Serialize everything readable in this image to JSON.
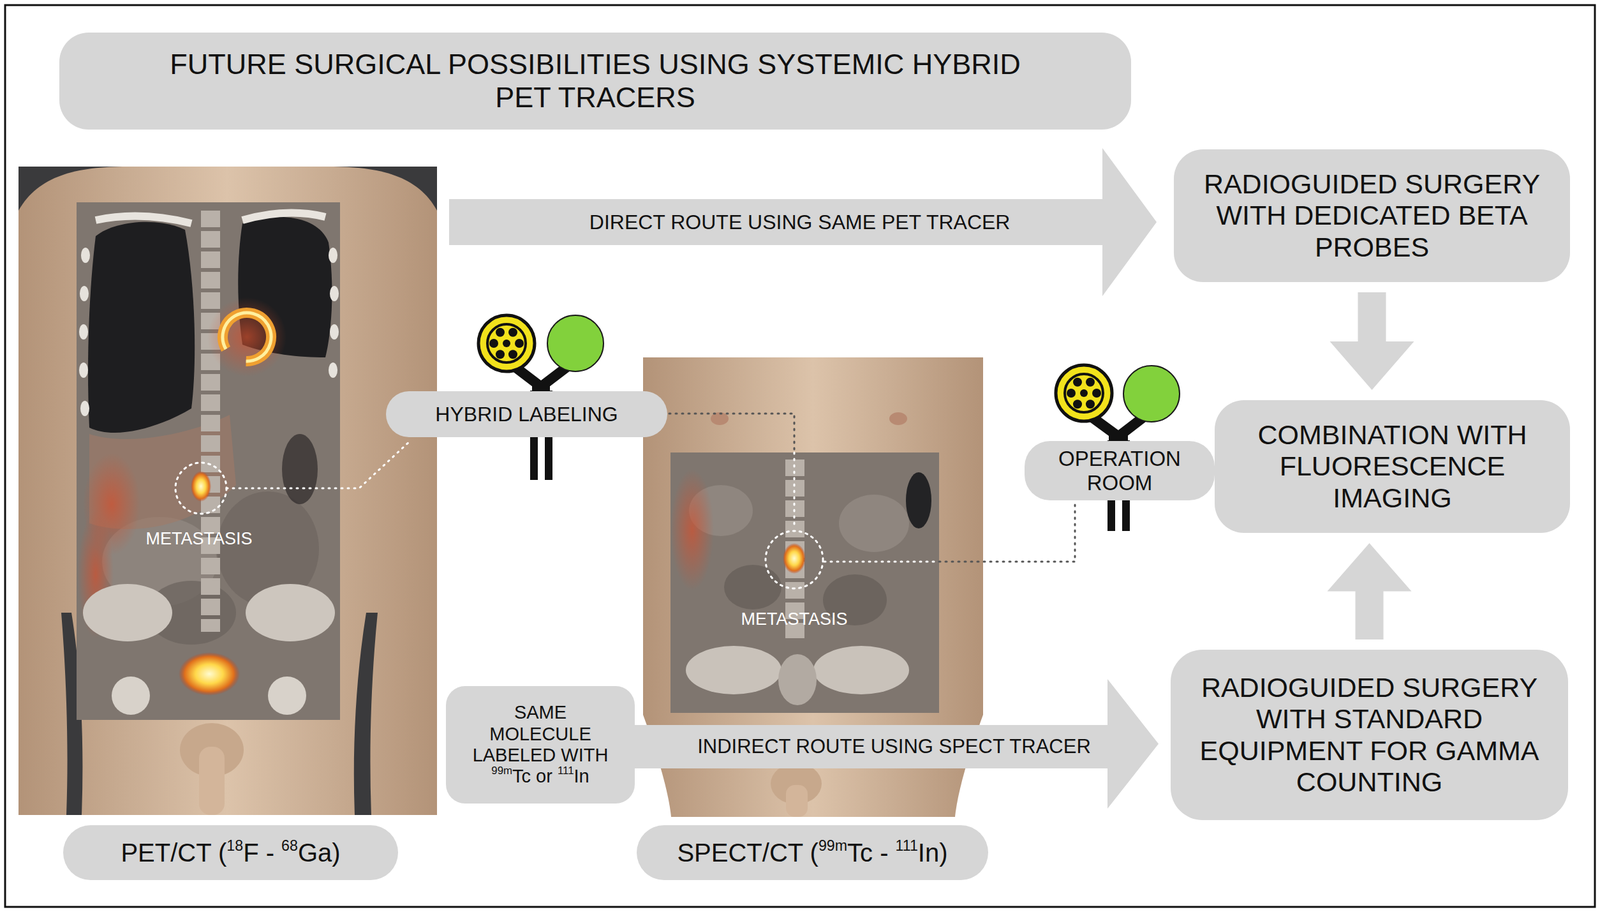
{
  "diagram": {
    "title": "FUTURE SURGICAL POSSIBILITIES USING SYSTEMIC HYBRID PET TRACERS",
    "nodes": [
      {
        "text": [
          "DIRECT ROUTE USING SAME PET TRACER"
        ]
      },
      {
        "text": [
          "RADIOGUIDED SURGERY WITH DEDICATED BETA PROBES"
        ]
      },
      {
        "text": [
          "HYBRID LABELING"
        ]
      },
      {
        "text": [
          "OPERATION ROOM"
        ]
      },
      {
        "text": [
          "COMBINATION WITH FLUORESCENCE IMAGING"
        ]
      },
      {
        "text": [
          "SAME MOLECULE LABELED WITH 99mTc or 111In"
        ]
      },
      {
        "text": [
          "INDIRECT ROUTE USING SPECT TRACER"
        ]
      },
      {
        "text": [
          "RADIOGUIDED SURGERY WITH STANDARD EQUIPMENT FOR GAMMA COUNTING"
        ]
      },
      {
        "text": [
          "PET/CT (18F - 68Ga)"
        ]
      },
      {
        "text": [
          "SPECT/CT (99mTc - 111In)"
        ]
      }
    ],
    "edges": [
      {
        "from": 1,
        "to": 4,
        "arrow": "to"
      },
      {
        "from": 7,
        "to": 4,
        "arrow": "to"
      }
    ],
    "labels": [
      "METASTASIS",
      "METASTASIS"
    ]
  }
}
